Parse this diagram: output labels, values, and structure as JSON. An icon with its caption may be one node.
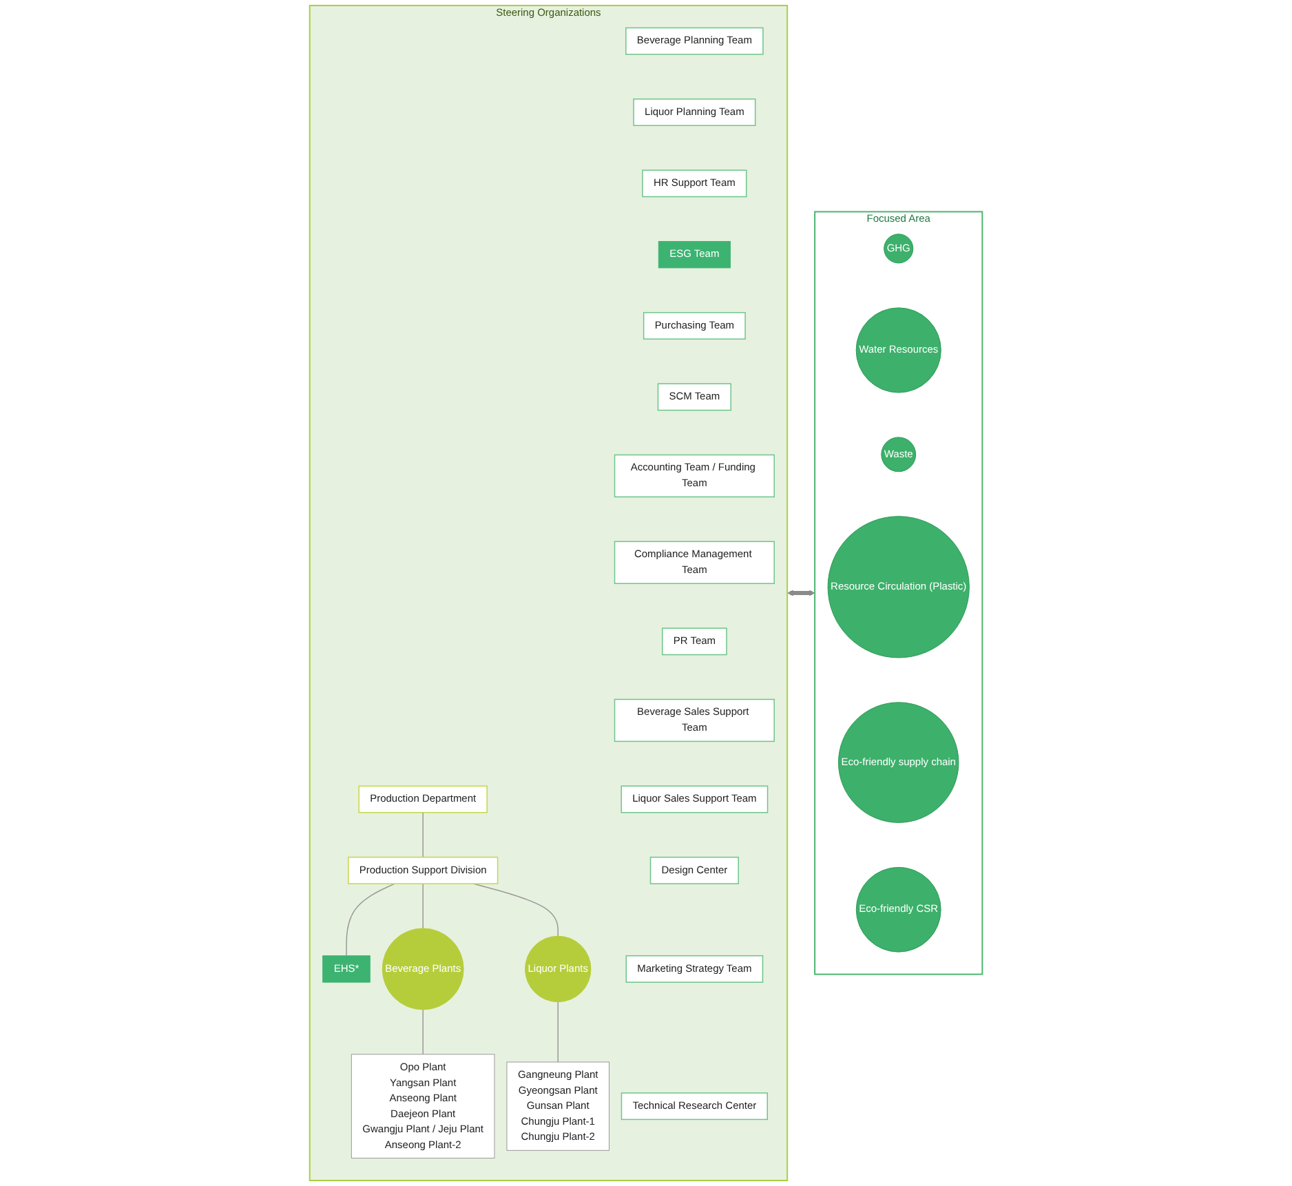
{
  "diagram": {
    "nodes": [
      {
        "text": [
          "Steering Organizations"
        ]
      },
      {
        "text": [
          "Production Department"
        ],
        "in": 0
      },
      {
        "text": [
          "Production Support Division"
        ],
        "in": 0
      },
      {
        "text": [
          "EHS*"
        ],
        "in": 0
      },
      {
        "text": [
          "Beverage Plants"
        ],
        "in": 0
      },
      {
        "text": [
          "Liquor Plants"
        ],
        "in": 0
      },
      {
        "text": [
          "Opo Plant",
          "Yangsan Plant",
          "Anseong Plant",
          "Daejeon Plant",
          "Gwangju Plant / Jeju Plant",
          "Anseong Plant-2"
        ],
        "in": 0
      },
      {
        "text": [
          "Gangneung Plant",
          "Gyeongsan Plant",
          "Gunsan Plant",
          "Chungju Plant-1",
          "Chungju Plant-2"
        ],
        "in": 0
      },
      {
        "text": [
          "Beverage Planning Team"
        ],
        "in": 0
      },
      {
        "text": [
          "Liquor Planning Team"
        ],
        "in": 0
      },
      {
        "text": [
          "HR Support Team"
        ],
        "in": 0
      },
      {
        "text": [
          "ESG Team"
        ],
        "in": 0
      },
      {
        "text": [
          "Purchasing Team"
        ],
        "in": 0
      },
      {
        "text": [
          "SCM Team"
        ],
        "in": 0
      },
      {
        "text": [
          "Accounting Team / Funding Team"
        ],
        "in": 0
      },
      {
        "text": [
          "Compliance Management Team"
        ],
        "in": 0
      },
      {
        "text": [
          "PR Team"
        ],
        "in": 0
      },
      {
        "text": [
          "Beverage Sales Support Team"
        ],
        "in": 0
      },
      {
        "text": [
          "Liquor Sales Support Team"
        ],
        "in": 0
      },
      {
        "text": [
          "Design Center"
        ],
        "in": 0
      },
      {
        "text": [
          "Marketing Strategy Team"
        ],
        "in": 0
      },
      {
        "text": [
          "Technical Research Center"
        ],
        "in": 0
      },
      {
        "text": [
          "Focused Area"
        ]
      },
      {
        "text": [
          "GHG"
        ],
        "in": 22
      },
      {
        "text": [
          "Water Resources"
        ],
        "in": 22
      },
      {
        "text": [
          "Waste"
        ],
        "in": 22
      },
      {
        "text": [
          "Resource Circulation (Plastic)"
        ],
        "in": 22
      },
      {
        "text": [
          "Eco-friendly supply chain"
        ],
        "in": 22
      },
      {
        "text": [
          "Eco-friendly CSR"
        ],
        "in": 22
      }
    ],
    "edges": [
      {
        "from": 1,
        "to": 2,
        "arrow": "none"
      },
      {
        "from": 2,
        "to": 3,
        "arrow": "none"
      },
      {
        "from": 2,
        "to": 4,
        "arrow": "none"
      },
      {
        "from": 2,
        "to": 5,
        "arrow": "none"
      },
      {
        "from": 4,
        "to": 6,
        "arrow": "none"
      },
      {
        "from": 5,
        "to": 7,
        "arrow": "none"
      },
      {
        "from": 0,
        "to": 22,
        "arrow": "both",
        "style": "thick",
        "color": "#8a8a8a"
      }
    ]
  }
}
